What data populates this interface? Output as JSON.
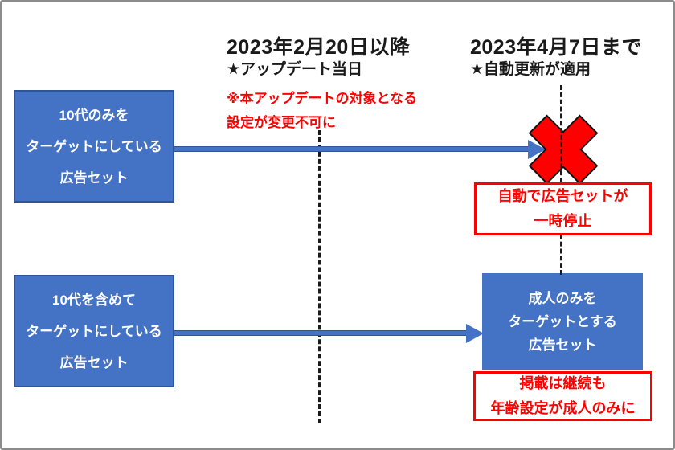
{
  "timeline": {
    "phase1": {
      "title": "2023年2月20日以降",
      "subtitle": "★アップデート当日",
      "note_line1": "※本アップデートの対象となる",
      "note_line2": "設定が変更不可に"
    },
    "phase2": {
      "title": "2023年4月7日まで",
      "subtitle": "★自動更新が適用"
    }
  },
  "boxes": {
    "teens_only": {
      "line1": "10代のみを",
      "line2": "ターゲットにしている",
      "line3": "広告セット"
    },
    "teens_included": {
      "line1": "10代を含めて",
      "line2": "ターゲットにしている",
      "line3": "広告セット"
    },
    "adults_only": {
      "line1": "成人のみを",
      "line2": "ターゲットとする",
      "line3": "広告セット"
    }
  },
  "alerts": {
    "paused": {
      "line1": "自動で広告セットが",
      "line2": "一時停止"
    },
    "continued": {
      "line1": "掲載は継続も",
      "line2": "年齢設定が成人のみに"
    }
  },
  "icons": {
    "x_mark": "x-cross-icon"
  },
  "colors": {
    "box_blue": "#4472C4",
    "box_border": "#2F5597",
    "alert_red": "#FF0000",
    "arrow_blue": "#4472C4",
    "arrow_edge": "#2F5597",
    "dash_black": "#1a1a1a",
    "frame_gray": "#8c8c8c"
  }
}
